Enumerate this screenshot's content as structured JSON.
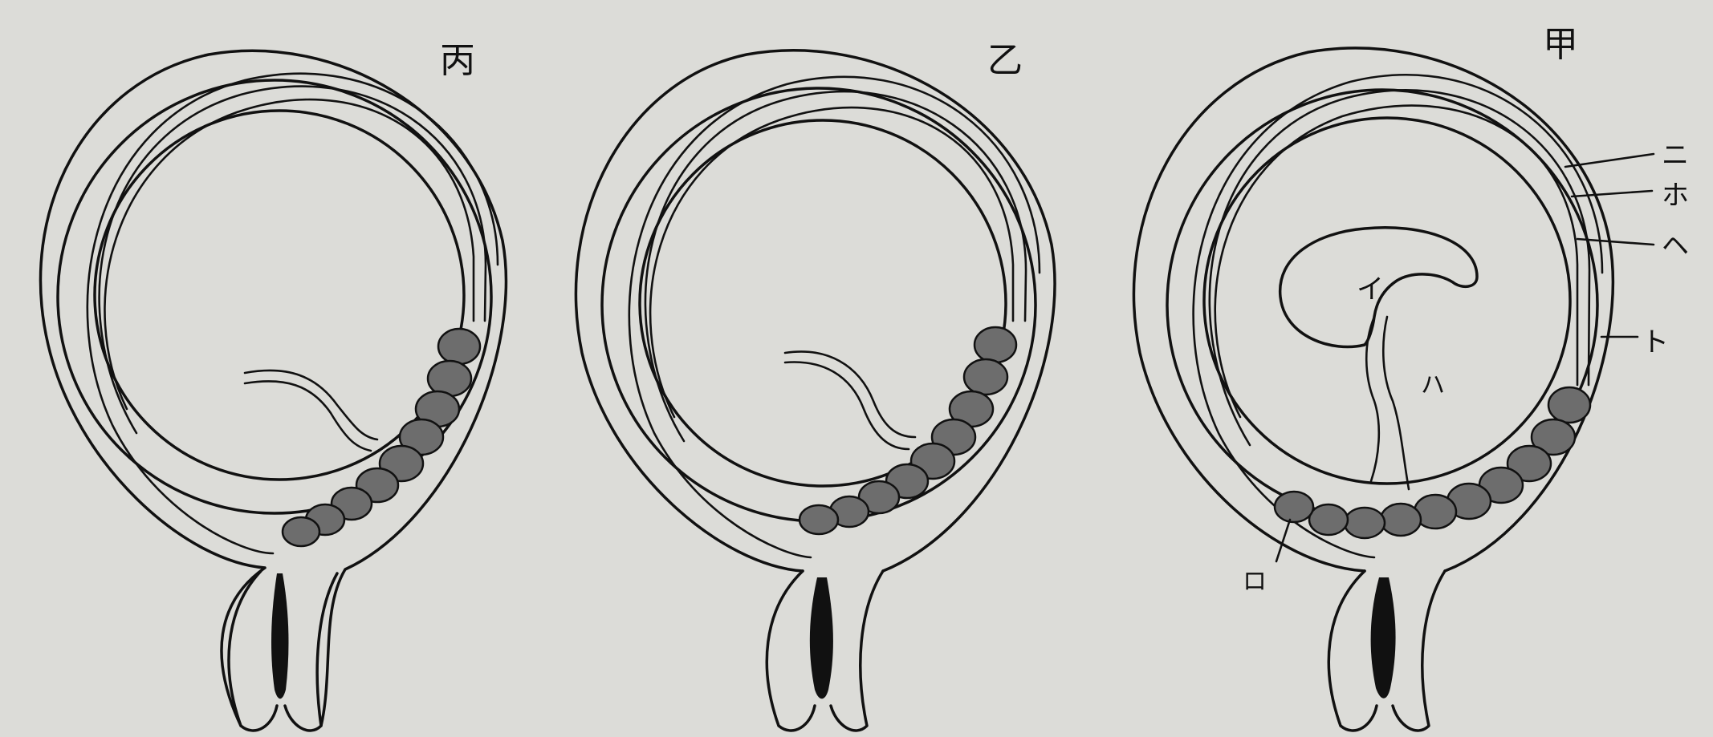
{
  "panels": [
    {
      "id": "bing",
      "title": "丙"
    },
    {
      "id": "yi",
      "title": "乙"
    },
    {
      "id": "jia",
      "title": "甲",
      "labels": {
        "i": "イ",
        "ro": "ロ",
        "ha": "ハ",
        "ni": "ニ",
        "ho": "ホ",
        "he": "ヘ",
        "to": "ト"
      }
    }
  ],
  "colors": {
    "background": "#dcdcd8",
    "ink": "#111111",
    "shading": "#6d6d6d"
  }
}
